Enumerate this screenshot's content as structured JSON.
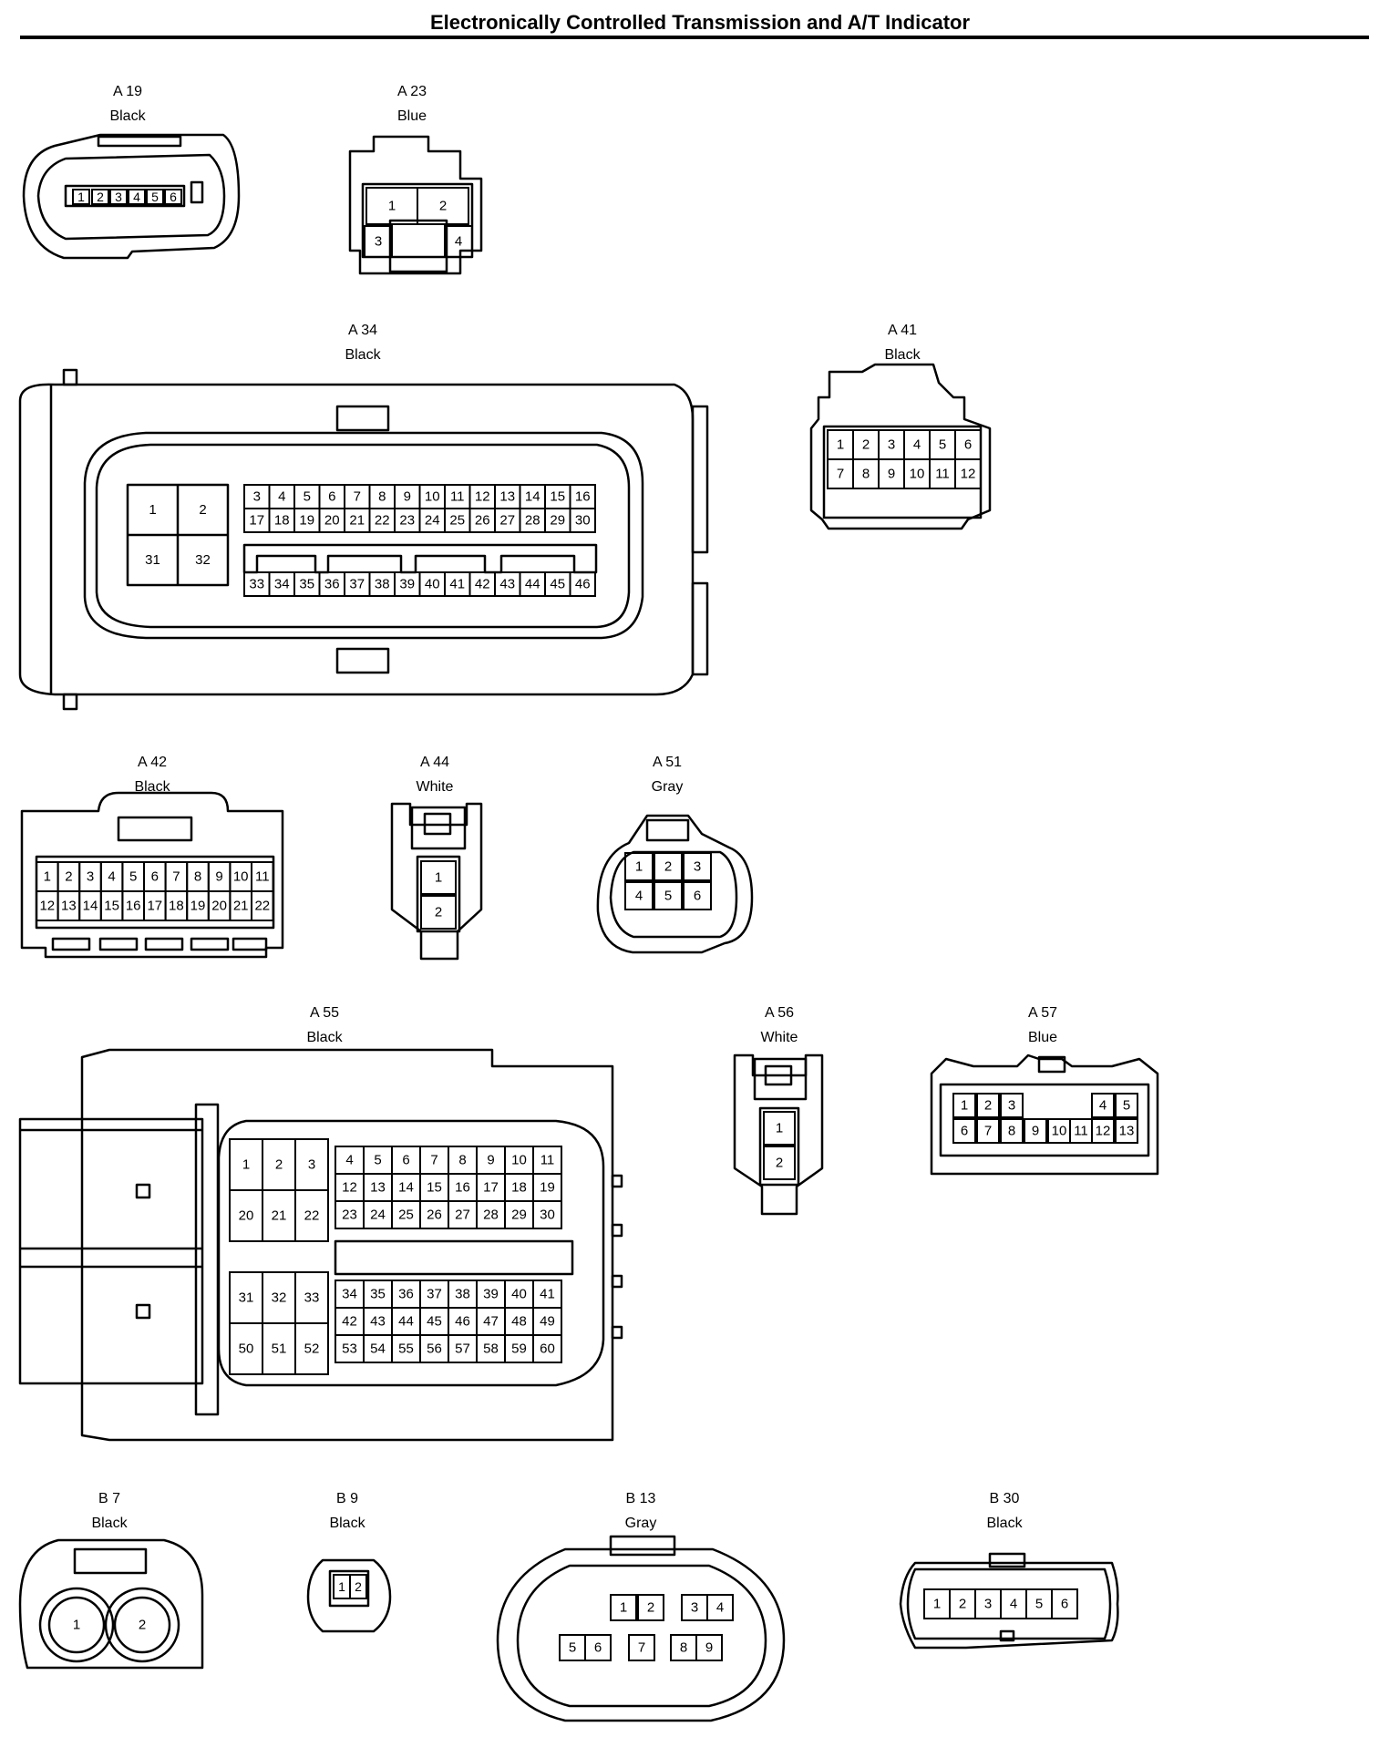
{
  "title": "Electronically Controlled Transmission and A/T Indicator",
  "connectors": [
    {
      "id": "A 19",
      "color": "Black",
      "pins": [
        "1",
        "2",
        "3",
        "4",
        "5",
        "6"
      ]
    },
    {
      "id": "A 23",
      "color": "Blue",
      "pins": [
        "1",
        "2",
        "3",
        "4"
      ]
    },
    {
      "id": "A 34",
      "color": "Black",
      "pins": [
        "1",
        "2",
        "31",
        "32",
        "3",
        "4",
        "5",
        "6",
        "7",
        "8",
        "9",
        "10",
        "11",
        "12",
        "13",
        "14",
        "15",
        "16",
        "17",
        "18",
        "19",
        "20",
        "21",
        "22",
        "23",
        "24",
        "25",
        "26",
        "27",
        "28",
        "29",
        "30",
        "33",
        "34",
        "35",
        "36",
        "37",
        "38",
        "39",
        "40",
        "41",
        "42",
        "43",
        "44",
        "45",
        "46"
      ]
    },
    {
      "id": "A 41",
      "color": "Black",
      "pins": [
        "1",
        "2",
        "3",
        "4",
        "5",
        "6",
        "7",
        "8",
        "9",
        "10",
        "11",
        "12"
      ]
    },
    {
      "id": "A 42",
      "color": "Black",
      "pins": [
        "1",
        "2",
        "3",
        "4",
        "5",
        "6",
        "7",
        "8",
        "9",
        "10",
        "11",
        "12",
        "13",
        "14",
        "15",
        "16",
        "17",
        "18",
        "19",
        "20",
        "21",
        "22"
      ]
    },
    {
      "id": "A 44",
      "color": "White",
      "pins": [
        "1",
        "2"
      ]
    },
    {
      "id": "A 51",
      "color": "Gray",
      "pins": [
        "1",
        "2",
        "3",
        "4",
        "5",
        "6"
      ]
    },
    {
      "id": "A 55",
      "color": "Black",
      "pins": [
        "1",
        "2",
        "3",
        "20",
        "21",
        "22",
        "31",
        "32",
        "33",
        "50",
        "51",
        "52",
        "4",
        "5",
        "6",
        "7",
        "8",
        "9",
        "10",
        "11",
        "12",
        "13",
        "14",
        "15",
        "16",
        "17",
        "18",
        "19",
        "23",
        "24",
        "25",
        "26",
        "27",
        "28",
        "29",
        "30",
        "34",
        "35",
        "36",
        "37",
        "38",
        "39",
        "40",
        "41",
        "42",
        "43",
        "44",
        "45",
        "46",
        "47",
        "48",
        "49",
        "53",
        "54",
        "55",
        "56",
        "57",
        "58",
        "59",
        "60"
      ]
    },
    {
      "id": "A 56",
      "color": "White",
      "pins": [
        "1",
        "2"
      ]
    },
    {
      "id": "A 57",
      "color": "Blue",
      "pins": [
        "1",
        "2",
        "3",
        "4",
        "5",
        "6",
        "7",
        "8",
        "9",
        "10",
        "11",
        "12",
        "13"
      ]
    },
    {
      "id": "B 7",
      "color": "Black",
      "pins": [
        "1",
        "2"
      ]
    },
    {
      "id": "B 9",
      "color": "Black",
      "pins": [
        "1",
        "2"
      ]
    },
    {
      "id": "B 13",
      "color": "Gray",
      "pins": [
        "1",
        "2",
        "3",
        "4",
        "5",
        "6",
        "7",
        "8",
        "9"
      ]
    },
    {
      "id": "B 30",
      "color": "Black",
      "pins": [
        "1",
        "2",
        "3",
        "4",
        "5",
        "6"
      ]
    }
  ]
}
